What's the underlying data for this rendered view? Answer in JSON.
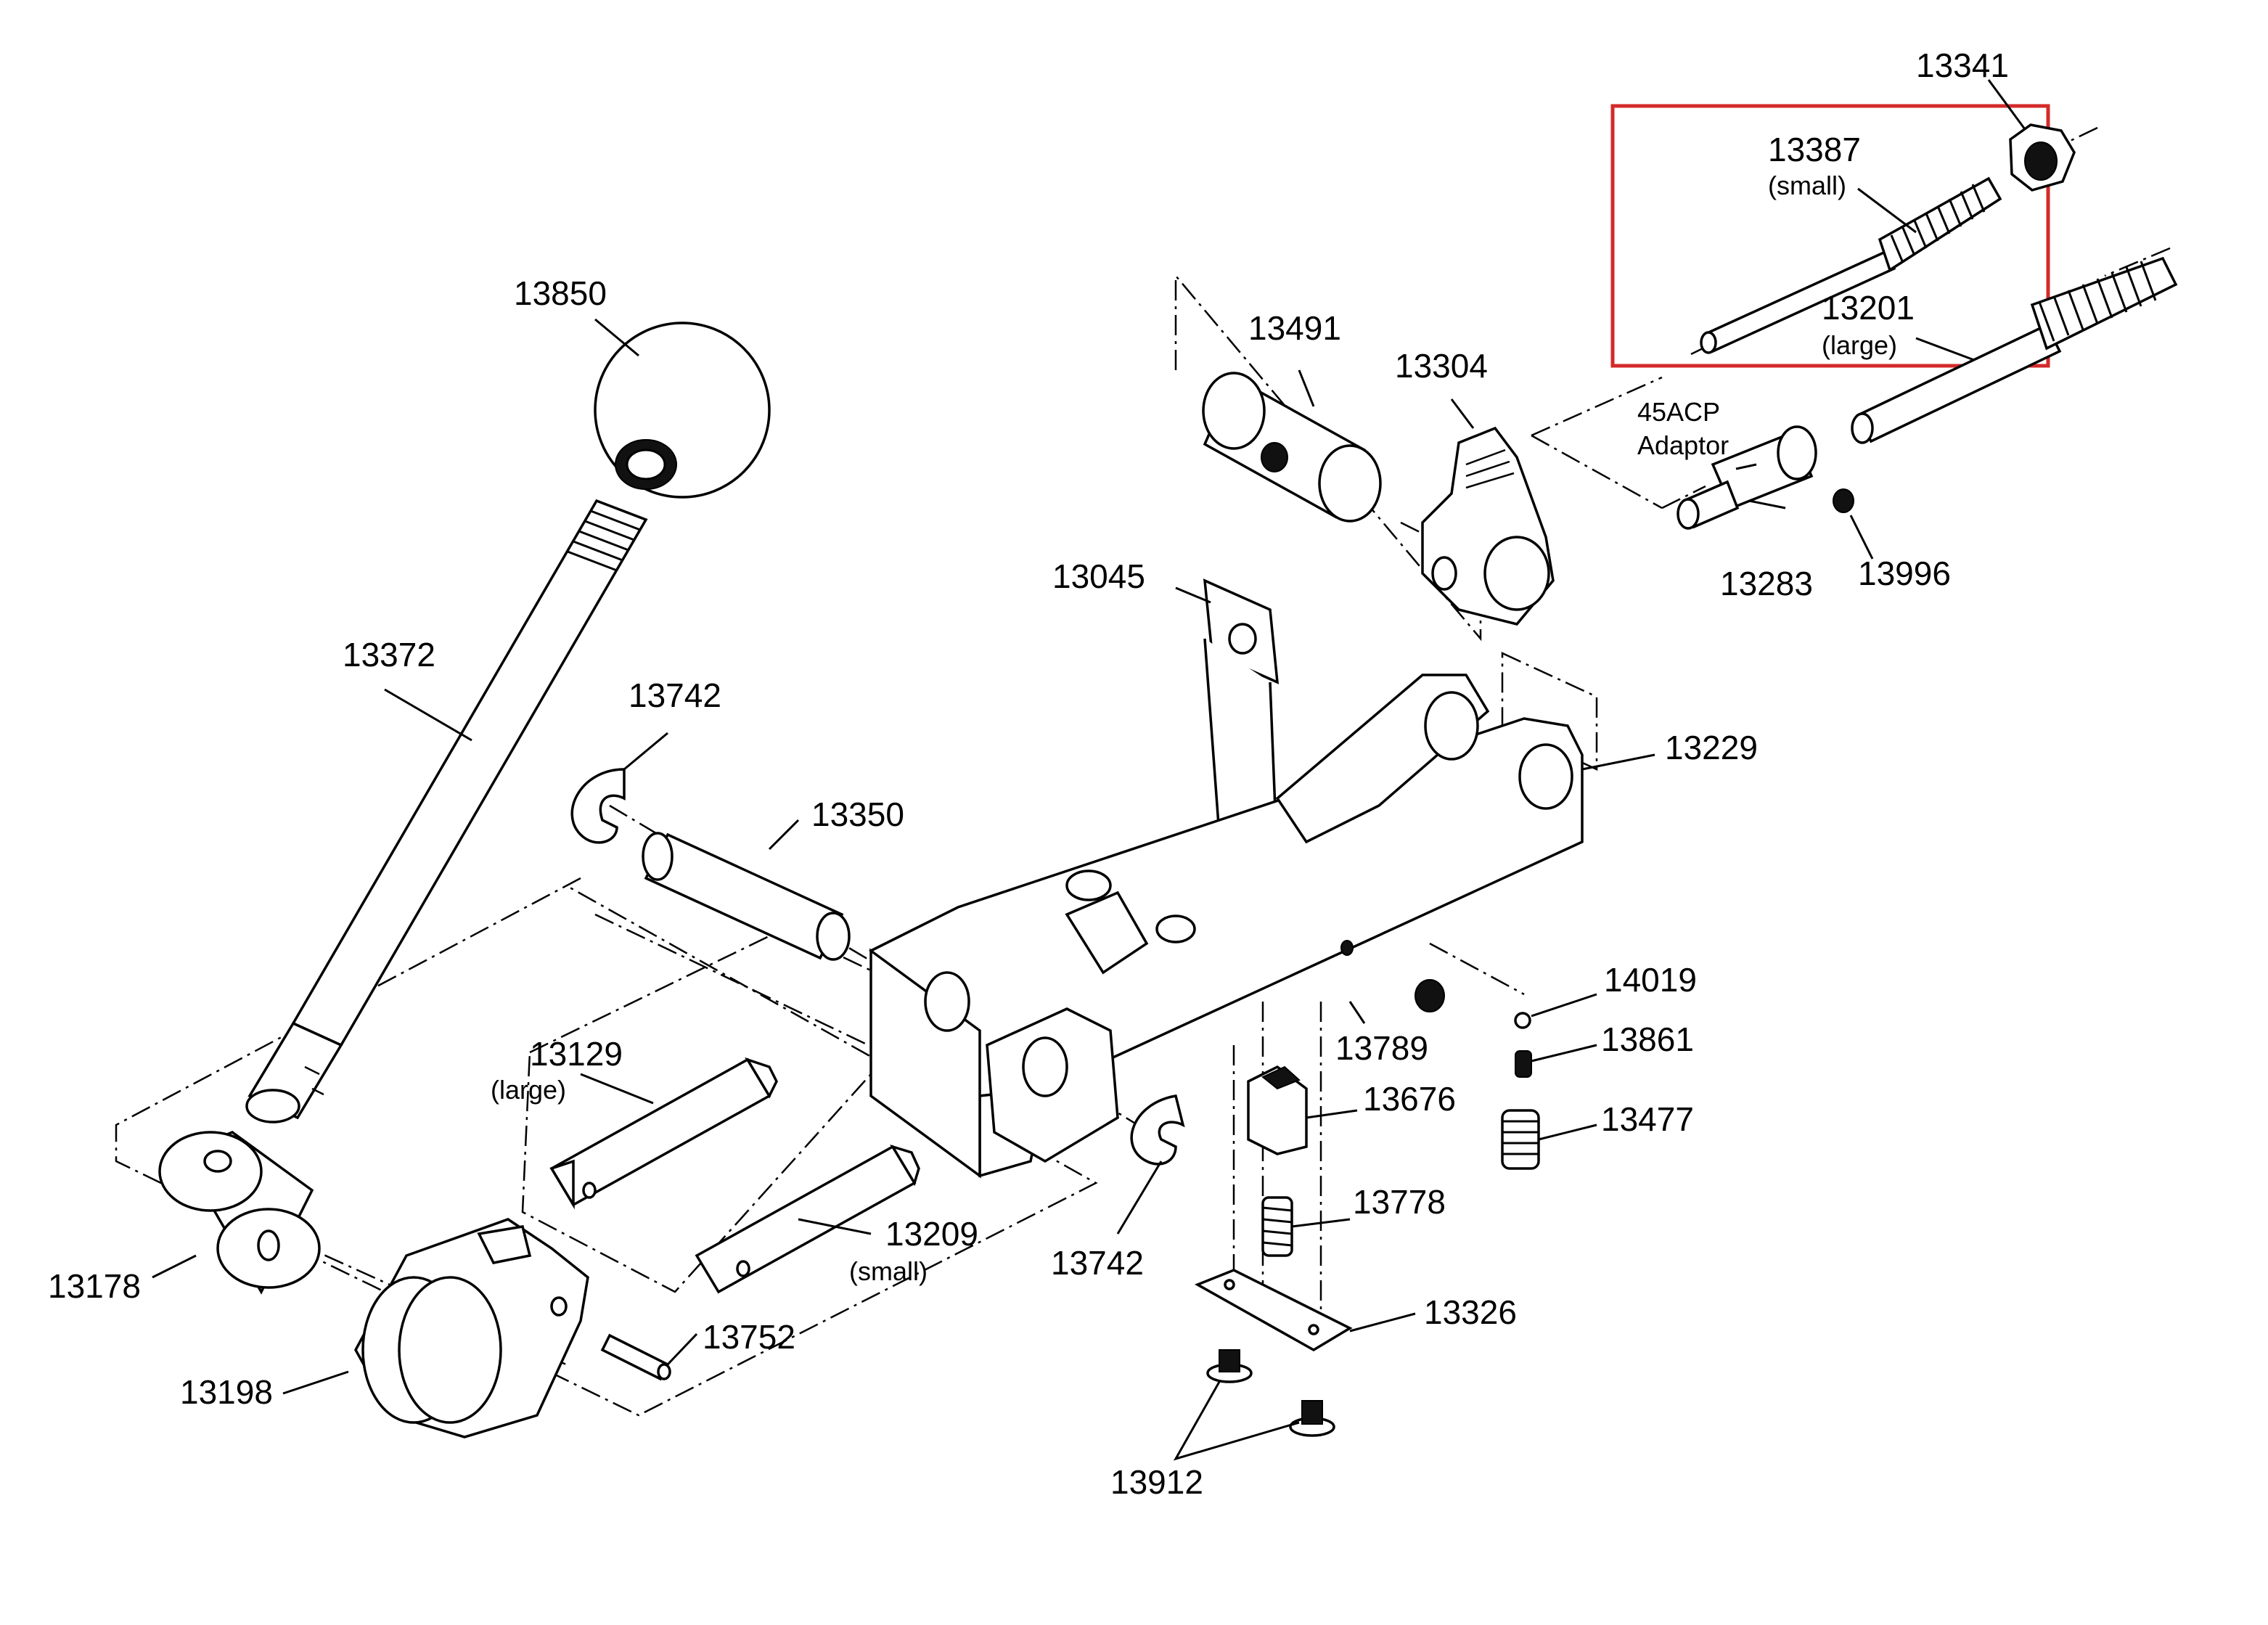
{
  "labels": {
    "p13341": "13341",
    "p13387": "13387",
    "p13387_sub": "(small)",
    "p13201": "13201",
    "p13201_sub": "(large)",
    "p13850": "13850",
    "p13491": "13491",
    "p13304": "13304",
    "adaptor_line1": "45ACP",
    "adaptor_line2": "Adaptor",
    "p13283": "13283",
    "p13996": "13996",
    "p13045": "13045",
    "p13372": "13372",
    "p13742_top": "13742",
    "p13350": "13350",
    "p13229": "13229",
    "p14019": "14019",
    "p13861": "13861",
    "p13789": "13789",
    "p13129": "13129",
    "p13129_sub": "(large)",
    "p13676": "13676",
    "p13477": "13477",
    "p13778": "13778",
    "p13209": "13209",
    "p13209_sub": "(small)",
    "p13742_bottom": "13742",
    "p13178": "13178",
    "p13752": "13752",
    "p13326": "13326",
    "p13198": "13198",
    "p13912": "13912"
  },
  "colors": {
    "highlight_box": "#d42a2a",
    "line": "#000000",
    "background": "#ffffff"
  }
}
